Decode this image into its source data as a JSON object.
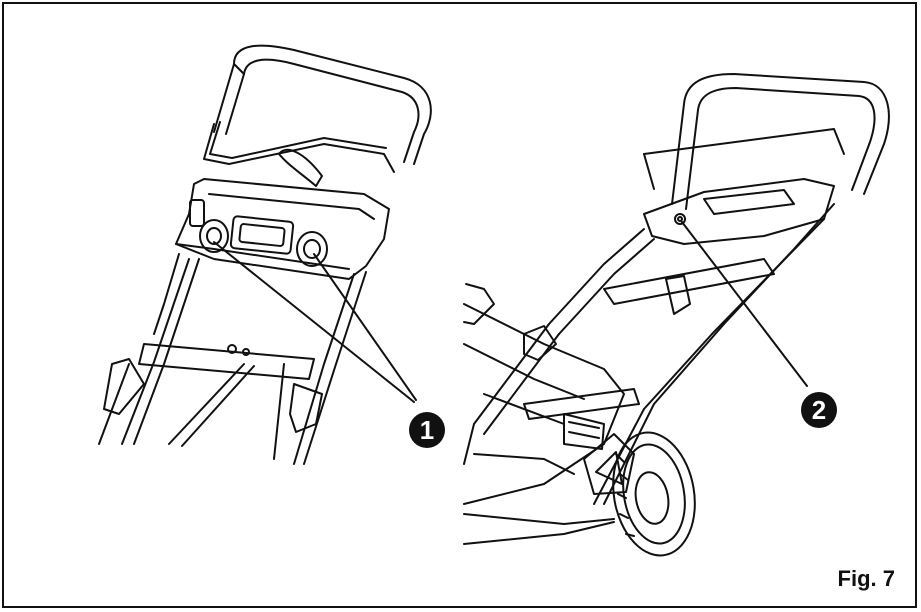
{
  "callouts": {
    "one": "1",
    "two": "2"
  },
  "figure": {
    "label": "Fig. 7"
  }
}
